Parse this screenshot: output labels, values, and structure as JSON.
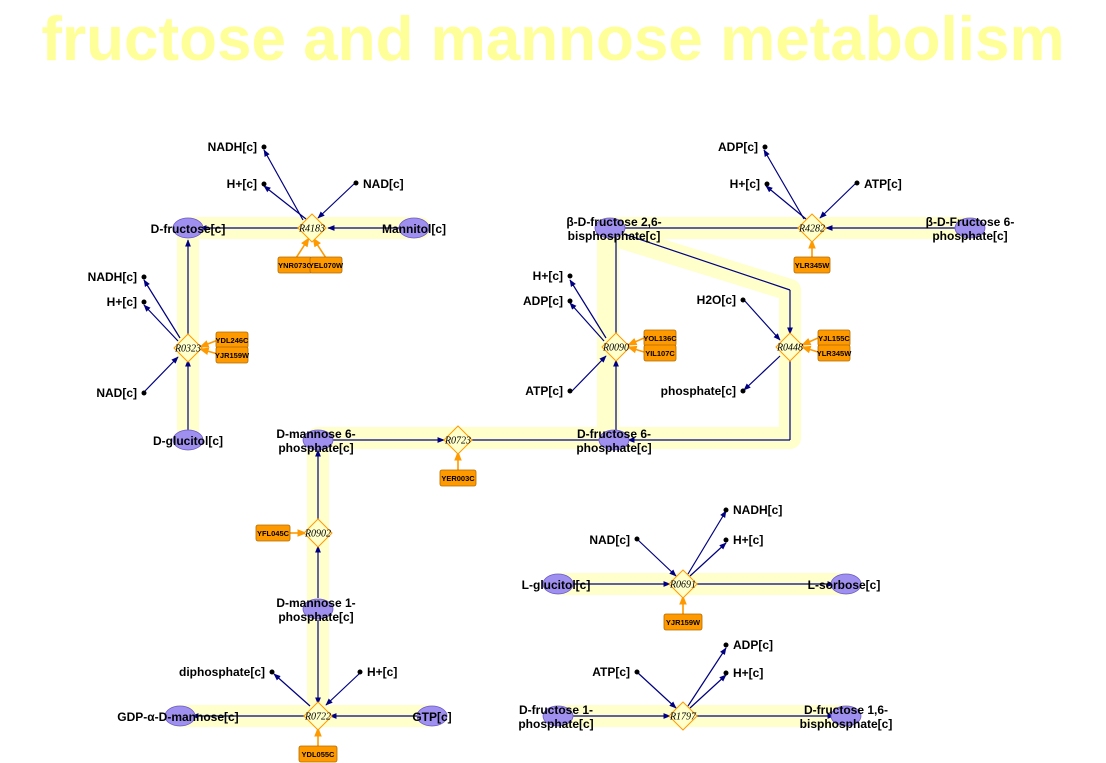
{
  "title": "fructose and mannose metabolism",
  "colors": {
    "title": "#ffff99",
    "highlight": "#ffffcc",
    "edge": "#000080",
    "gene": "#ff9900",
    "metabolite_node": "#9f8fef"
  },
  "reactions": {
    "R4183": "R4183",
    "R4282": "R4282",
    "R0323": "R0323",
    "R0090": "R0090",
    "R0448": "R0448",
    "R0723": "R0723",
    "R0902": "R0902",
    "R0691": "R0691",
    "R0722": "R0722",
    "R1797": "R1797"
  },
  "genes": {
    "YNR073C": "YNR073C",
    "YEL070W": "YEL070W",
    "YLR345W_a": "YLR345W",
    "YDL246C": "YDL246C",
    "YJR159W_a": "YJR159W",
    "YOL136C": "YOL136C",
    "YIL107C": "YIL107C",
    "YJL155C": "YJL155C",
    "YLR345W_b": "YLR345W",
    "YER003C": "YER003C",
    "YFL045C": "YFL045C",
    "YJR159W_b": "YJR159W",
    "YDL055C": "YDL055C"
  },
  "metabolites": {
    "d_fructose": "D-fructose[c]",
    "mannitol": "Mannitol[c]",
    "d_glucitol": "D-glucitol[c]",
    "bdf26bp_1": "β-D-fructose 2,6-",
    "bdf26bp_2": "bisphosphate[c]",
    "bdf6p_1": "β-D-Fructose 6-",
    "bdf6p_2": "phosphate[c]",
    "dm6p_1": "D-mannose 6-",
    "dm6p_2": "phosphate[c]",
    "df6p_1": "D-fructose 6-",
    "df6p_2": "phosphate[c]",
    "dm1p_1": "D-mannose 1-",
    "dm1p_2": "phosphate[c]",
    "gdp_mannose": "GDP-α-D-mannose[c]",
    "gtp": "GTP[c]",
    "l_glucitol": "L-glucitol[c]",
    "l_sorbose": "L-sorbose[c]",
    "df1p_1": "D-fructose 1-",
    "df1p_2": "phosphate[c]",
    "df16bp_1": "D-fructose 1,6-",
    "df16bp_2": "bisphosphate[c]"
  },
  "side_metabolites": {
    "nadh_1": "NADH[c]",
    "hplus_1": "H+[c]",
    "nad_1": "NAD[c]",
    "adp_1": "ADP[c]",
    "hplus_2": "H+[c]",
    "atp_1": "ATP[c]",
    "nadh_2": "NADH[c]",
    "hplus_3": "H+[c]",
    "nad_2": "NAD[c]",
    "hplus_4": "H+[c]",
    "adp_2": "ADP[c]",
    "atp_2": "ATP[c]",
    "h2o": "H2O[c]",
    "phosphate": "phosphate[c]",
    "nad_3": "NAD[c]",
    "nadh_3": "NADH[c]",
    "hplus_5": "H+[c]",
    "diphosphate": "diphosphate[c]",
    "hplus_6": "H+[c]",
    "atp_3": "ATP[c]",
    "adp_3": "ADP[c]",
    "hplus_7": "H+[c]"
  }
}
